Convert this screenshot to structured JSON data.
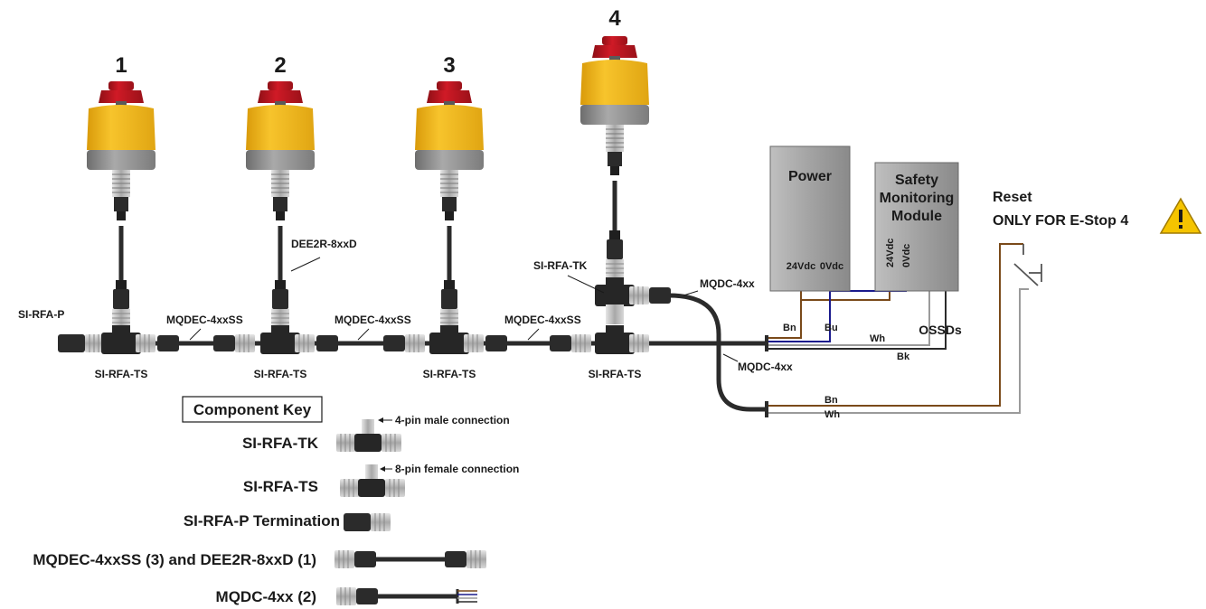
{
  "estops": [
    {
      "number": "1"
    },
    {
      "number": "2"
    },
    {
      "number": "3"
    },
    {
      "number": "4"
    }
  ],
  "labels": {
    "terminator": "SI-RFA-P",
    "tee_ts": "SI-RFA-TS",
    "tee_tk": "SI-RFA-TK",
    "cable_drop": "DEE2R-8xxD",
    "cable_trunk": "MQDEC-4xxSS",
    "cable_mqdc": "MQDC-4xx"
  },
  "power": {
    "title": "Power",
    "terminal_pos": "24Vdc",
    "terminal_neg": "0Vdc"
  },
  "safety_module": {
    "title_lines": [
      "Safety",
      "Monitoring",
      "Module"
    ],
    "terminal_pos": "24Vdc",
    "terminal_neg": "0Vdc"
  },
  "outputs": {
    "label": "OSSDs"
  },
  "wires": {
    "brown": "Bn",
    "blue": "Bu",
    "white": "Wh",
    "black": "Bk"
  },
  "reset": {
    "line1": "Reset",
    "line2": "ONLY FOR E-Stop 4"
  },
  "component_key": {
    "header": "Component Key",
    "items": [
      {
        "name": "SI-RFA-TK",
        "note": "4-pin male connection"
      },
      {
        "name": "SI-RFA-TS",
        "note": "8-pin female connection"
      },
      {
        "name": "SI-RFA-P Termination",
        "note": ""
      },
      {
        "name": "MQDEC-4xxSS (3) and DEE2R-8xxD (1)",
        "note": ""
      },
      {
        "name": "MQDC-4xx (2)",
        "note": ""
      }
    ]
  },
  "colors": {
    "estop_yellow": "#f2b81f",
    "estop_red": "#c8102e",
    "cable": "#2b2b2b",
    "wire_brown": "#7a4a1a",
    "wire_blue": "#1a1a8c",
    "wire_gray": "#9a9a9a",
    "box_gray": "#a6a6a6",
    "warning_yellow": "#f5c400"
  }
}
